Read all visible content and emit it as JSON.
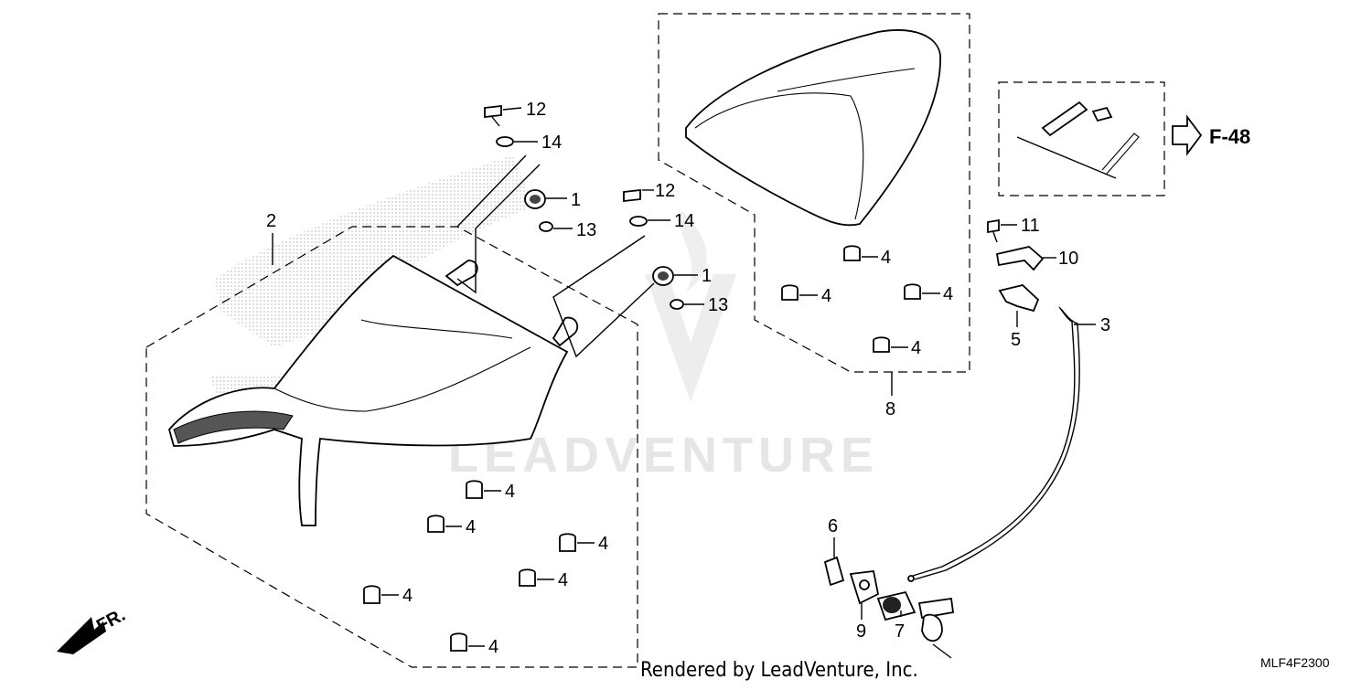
{
  "diagram": {
    "part_numbers": {
      "p1a": "1",
      "p1b": "1",
      "p2": "2",
      "p3": "3",
      "p4_1": "4",
      "p4_2": "4",
      "p4_3": "4",
      "p4_4": "4",
      "p4_5": "4",
      "p4_6": "4",
      "p4_7": "4",
      "p4_8": "4",
      "p4_9": "4",
      "p4_10": "4",
      "p5": "5",
      "p6": "6",
      "p7": "7",
      "p8": "8",
      "p9": "9",
      "p10": "10",
      "p11": "11",
      "p12a": "12",
      "p12b": "12",
      "p13a": "13",
      "p13b": "13",
      "p14a": "14",
      "p14b": "14"
    },
    "reference": "F-48",
    "front_marker": "FR.",
    "watermark": "LEADVENTURE",
    "credit": "Rendered by LeadVenture, Inc.",
    "diagram_code": "MLF4F2300"
  }
}
